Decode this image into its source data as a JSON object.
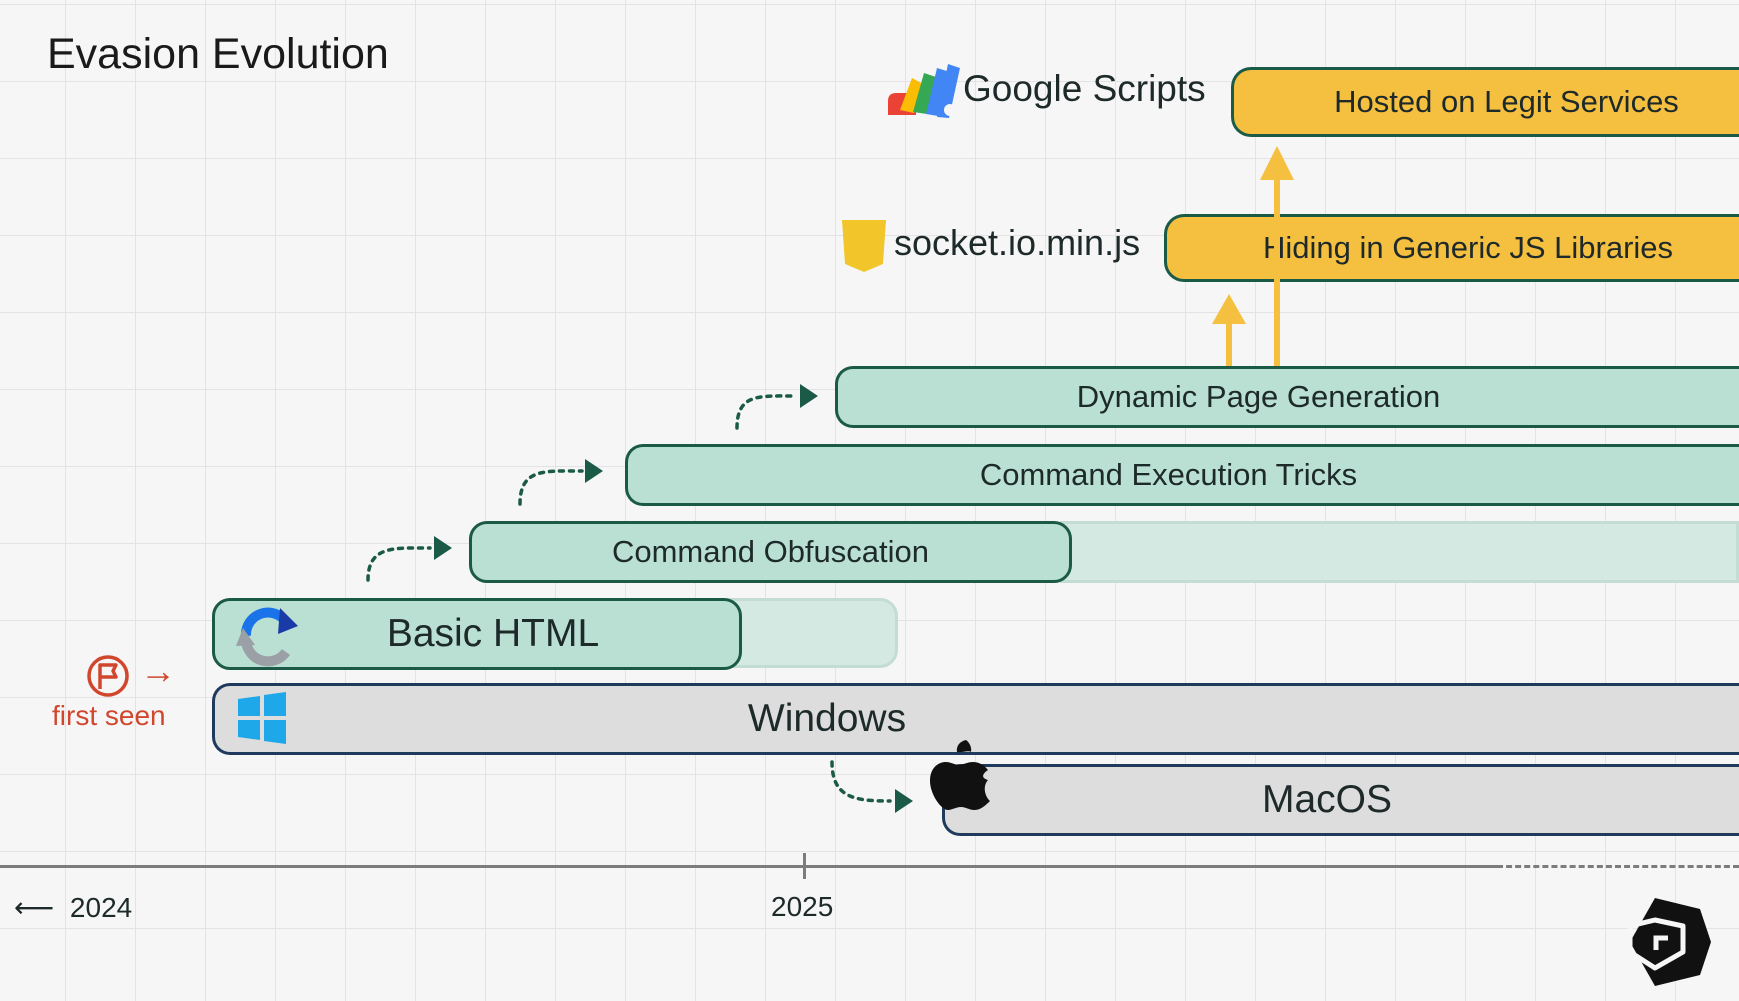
{
  "title": "Evasion Evolution",
  "timeline": {
    "ticks": [
      {
        "label": "2024",
        "arrow": "⟵"
      },
      {
        "label": "2025"
      }
    ]
  },
  "first_seen": {
    "label": "first seen",
    "arrow": "→"
  },
  "bars": {
    "windows": "Windows",
    "macos": "MacOS",
    "basic_html": "Basic HTML",
    "command_obfuscation": "Command Obfuscation",
    "command_execution": "Command Execution Tricks",
    "dynamic_page": "Dynamic Page Generation",
    "hiding_js": "Hiding in Generic JS Libraries",
    "hosted_legit": "Hosted on Legit Services"
  },
  "examples": {
    "socket_io": "socket.io.min.js",
    "google_scripts": "Google Scripts",
    "js_badge": "JS"
  },
  "icons": [
    "google-apps-script-icon",
    "javascript-icon",
    "recaptcha-icon",
    "windows-icon",
    "apple-icon",
    "flag-icon",
    "brand-shield-logo"
  ],
  "colors": {
    "teal_fill": "#b9e0d3",
    "teal_border": "#1c5a48",
    "gold_fill": "#f5bf40",
    "gray_fill": "#dddddd",
    "navy_border": "#1f3a5c",
    "accent_red": "#d0472e",
    "arrow_gold": "#f5bf40",
    "arrow_dark": "#1c5a48"
  }
}
